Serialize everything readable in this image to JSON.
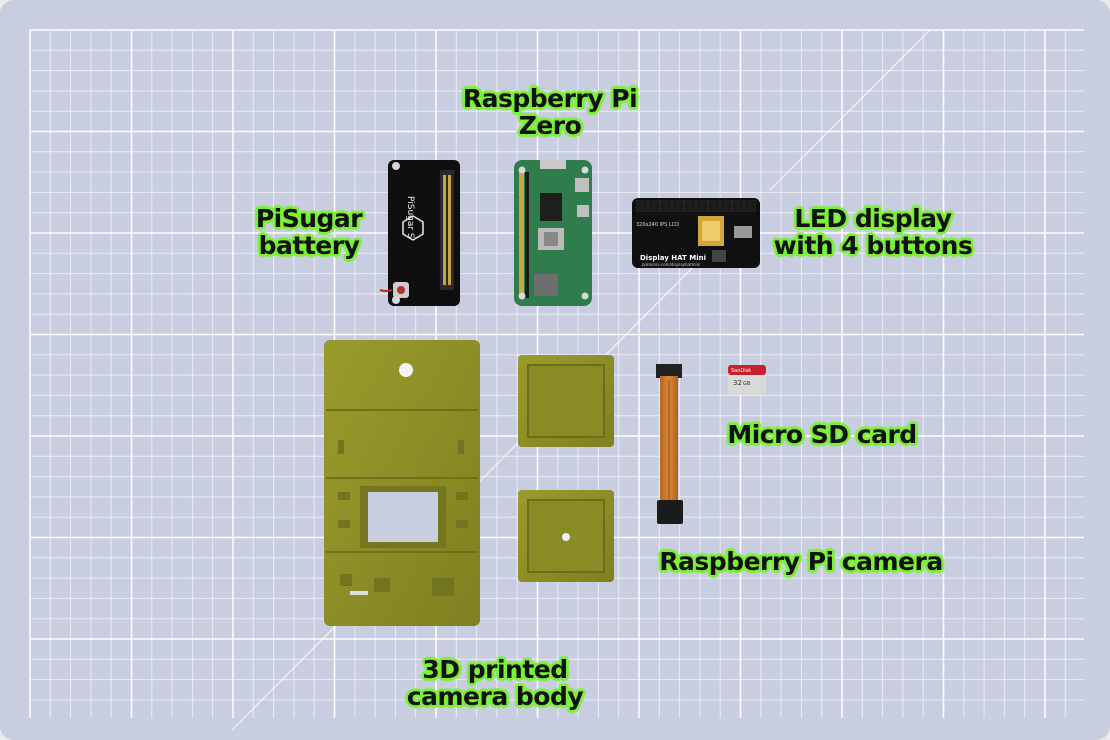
{
  "labels": {
    "raspberry_pi_zero": [
      "Raspberry Pi",
      "Zero"
    ],
    "pisugar_battery": [
      "PiSugar",
      "battery"
    ],
    "led_display": [
      "LED display",
      "with 4 buttons"
    ],
    "micro_sd": [
      "Micro SD card"
    ],
    "camera": [
      "Raspberry Pi camera"
    ],
    "camera_body": [
      "3D printed",
      "camera body"
    ]
  },
  "board_text": {
    "pisugar": "PiSugar S",
    "display_hat": "Display HAT Mini",
    "display_spec": "320x240 IPS LCD",
    "display_url": "pimoroni.com/displayhatmini",
    "sd_brand": "SanDisk",
    "sd_capacity": "32",
    "sd_unit": "GB"
  },
  "colors": {
    "mat": "#c9cde0",
    "grid": "#eef0f7",
    "label_highlight": "#7cf03a",
    "printed_part": "#8e8f27",
    "pcb_green": "#2f7d4c",
    "pcb_black": "#111111"
  }
}
